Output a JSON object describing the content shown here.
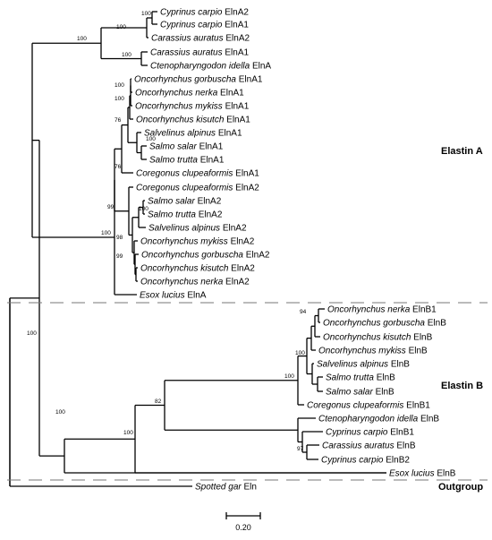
{
  "tree": {
    "leaves": [
      {
        "species": "Cyprinus carpio",
        "gene": "ElnA2"
      },
      {
        "species": "Cyprinus carpio",
        "gene": "ElnA1"
      },
      {
        "species": "Carassius auratus",
        "gene": "ElnA2"
      },
      {
        "species": "Carassius auratus",
        "gene": "ElnA1"
      },
      {
        "species": "Ctenopharyngodon idella",
        "gene": "ElnA"
      },
      {
        "species": "Oncorhynchus gorbuscha",
        "gene": "ElnA1"
      },
      {
        "species": "Oncorhynchus nerka",
        "gene": "ElnA1"
      },
      {
        "species": "Oncorhynchus mykiss",
        "gene": "ElnA1"
      },
      {
        "species": "Oncorhynchus kisutch",
        "gene": "ElnA1"
      },
      {
        "species": "Salvelinus alpinus",
        "gene": "ElnA1"
      },
      {
        "species": "Salmo salar",
        "gene": "ElnA1"
      },
      {
        "species": "Salmo trutta",
        "gene": "ElnA1"
      },
      {
        "species": "Coregonus clupeaformis",
        "gene": "ElnA1"
      },
      {
        "species": "Coregonus clupeaformis",
        "gene": "ElnA2"
      },
      {
        "species": "Salmo salar",
        "gene": "ElnA2"
      },
      {
        "species": "Salmo trutta",
        "gene": "ElnA2"
      },
      {
        "species": "Salvelinus alpinus",
        "gene": "ElnA2"
      },
      {
        "species": "Oncorhynchus mykiss",
        "gene": "ElnA2"
      },
      {
        "species": "Oncorhynchus gorbuscha",
        "gene": "ElnA2"
      },
      {
        "species": "Oncorhynchus kisutch",
        "gene": "ElnA2"
      },
      {
        "species": "Oncorhynchus nerka",
        "gene": "ElnA2"
      },
      {
        "species": "Esox lucius",
        "gene": "ElnA"
      },
      {
        "species": "Oncorhynchus nerka",
        "gene": "ElnB1"
      },
      {
        "species": "Oncorhynchus gorbuscha",
        "gene": "ElnB"
      },
      {
        "species": "Oncorhynchus kisutch",
        "gene": "ElnB"
      },
      {
        "species": "Oncorhynchus mykiss",
        "gene": "ElnB"
      },
      {
        "species": "Salvelinus alpinus",
        "gene": "ElnB"
      },
      {
        "species": "Salmo trutta",
        "gene": "ElnB"
      },
      {
        "species": "Salmo salar",
        "gene": "ElnB"
      },
      {
        "species": "Coregonus clupeaformis",
        "gene": "ElnB1"
      },
      {
        "species": "Ctenopharyngodon idella",
        "gene": "ElnB"
      },
      {
        "species": "Cyprinus carpio",
        "gene": "ElnB1"
      },
      {
        "species": "Carassius auratus",
        "gene": "ElnB"
      },
      {
        "species": "Cyprinus carpio",
        "gene": "ElnB2"
      },
      {
        "species": "Esox lucius",
        "gene": "ElnB"
      },
      {
        "species": "Spotted gar",
        "gene": "Eln"
      }
    ],
    "bootstrap_values": [
      "100",
      "100",
      "100",
      "100",
      "100",
      "100",
      "76",
      "76",
      "99",
      "100",
      "98",
      "100",
      "99",
      "100",
      "100",
      "94",
      "100",
      "100",
      "82",
      "100",
      "97",
      "100"
    ],
    "groups": [
      "Elastin A",
      "Elastin B",
      "Outgroup"
    ],
    "scale_bar": {
      "label": "0.20"
    }
  }
}
